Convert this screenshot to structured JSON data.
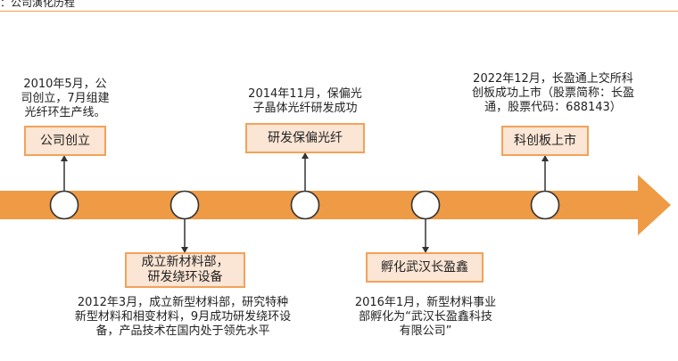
{
  "header": {
    "title": "：公司演化历程"
  },
  "colors": {
    "arrow": "#ef9a44",
    "box_fill": "#fbe5d4",
    "box_border": "#f2a25a",
    "line": "#333333",
    "rule": "#ef9a4a"
  },
  "events": [
    {
      "label": "公司创立",
      "lines": [
        "2010年5月，公",
        "司创立，7月组建",
        "光纤环生产线。"
      ]
    },
    {
      "label": "成立新材料部，\n研发绕环设备",
      "lines": [
        "2012年3月，成立新型材料部，研究特种",
        "新型材料和相变材料，9月成功研发绕环设",
        "备，产品技术在国内处于领先水平"
      ]
    },
    {
      "label": "研发保偏光纤",
      "lines": [
        "2014年11月，保偏光",
        "子晶体光纤研发成功"
      ]
    },
    {
      "label": "孵化武汉长盈鑫",
      "lines": [
        "2016年1月，新型材料事业",
        "部孵化为“武汉长盈鑫科技",
        "有限公司”"
      ]
    },
    {
      "label": "科创板上市",
      "lines": [
        "2022年12月，长盈通上交所科",
        "创板成功上市（股票简称：长盈",
        "通，股票代码：688143）"
      ]
    }
  ]
}
